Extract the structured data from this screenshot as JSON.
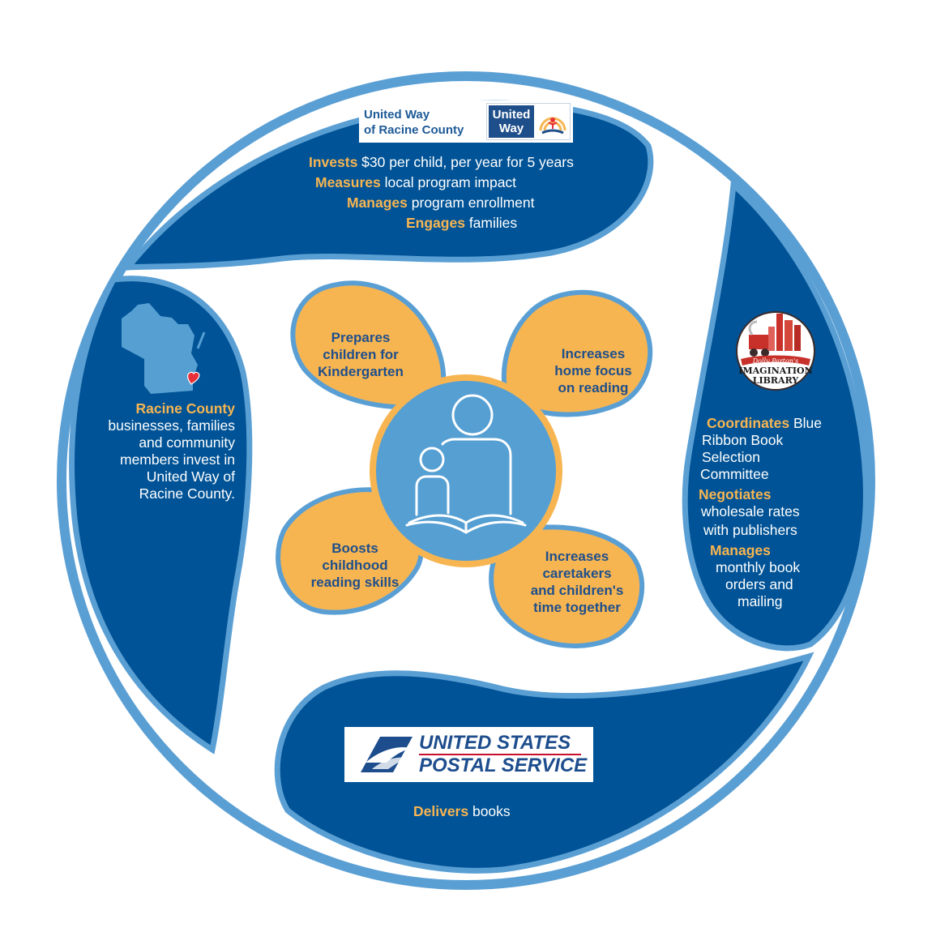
{
  "colors": {
    "ring": "#5a9fd4",
    "navy": "#005396",
    "light_blue": "#559fd3",
    "petal": "#f7b552",
    "highlight": "#f7b552",
    "petal_text": "#1f4f8a",
    "heart": "#e8303a",
    "usps_red": "#c8102e"
  },
  "united_way": {
    "name_line1": "United Way",
    "name_line2": "of Racine County",
    "logo_line1": "United",
    "logo_line2": "Way",
    "items": [
      {
        "verb": "Invests",
        "rest": " $30 per child, per year for 5 years"
      },
      {
        "verb": "Measures",
        "rest": " local program impact"
      },
      {
        "verb": "Manages",
        "rest": " program enrollment"
      },
      {
        "verb": "Engages",
        "rest": " families"
      }
    ]
  },
  "racine": {
    "icon": "wisconsin-map-icon",
    "highlight": "Racine County",
    "lines": [
      "businesses, families",
      "and community",
      "members invest in",
      "United Way of",
      "Racine County."
    ]
  },
  "imagination_library": {
    "icon": "imagination-library-logo",
    "items": [
      {
        "verb": "Coordinates",
        "lines": [
          " Blue",
          "Ribbon Book",
          "Selection",
          "Committee"
        ]
      },
      {
        "verb": "Negotiates",
        "lines": [
          "wholesale rates",
          "with publishers"
        ]
      },
      {
        "verb": "Manages",
        "lines": [
          "monthly book",
          "orders and",
          "mailing"
        ]
      }
    ]
  },
  "usps": {
    "line1": "UNITED STATES",
    "line2": "POSTAL SERVICE",
    "item": {
      "verb": "Delivers",
      "rest": " books"
    }
  },
  "petals": {
    "top_left": [
      "Prepares",
      "children for",
      "Kindergarten"
    ],
    "top_right": [
      "Increases",
      "home focus",
      "on reading"
    ],
    "bottom_left": [
      "Boosts",
      "childhood",
      "reading skills"
    ],
    "bottom_right": [
      "Increases",
      "caretakers",
      "and children's",
      "time together"
    ]
  },
  "center_icon": "parent-child-reading-icon"
}
